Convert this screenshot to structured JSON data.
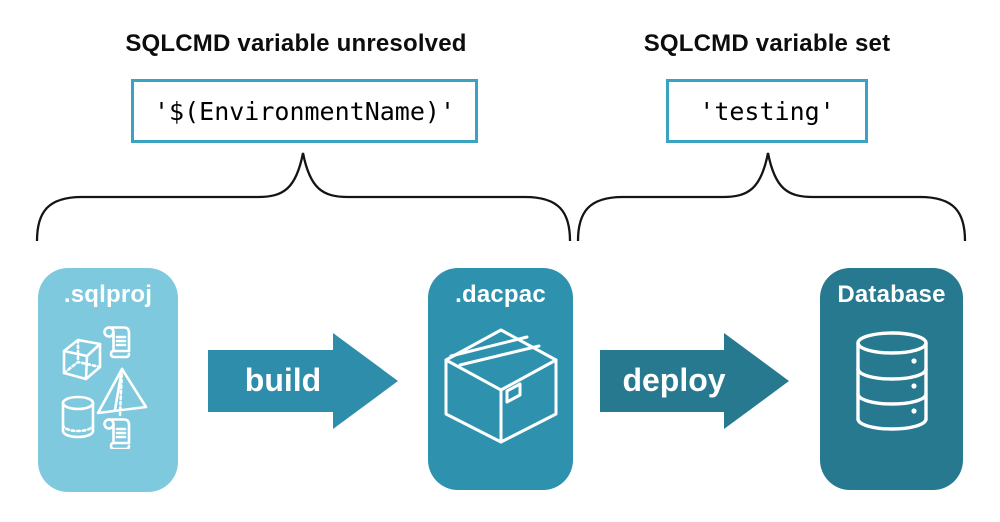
{
  "background": "#ffffff",
  "annotations": {
    "unresolved": {
      "title": "SQLCMD variable unresolved",
      "code": "'$(EnvironmentName)'"
    },
    "set": {
      "title": "SQLCMD variable set",
      "code": "'testing'"
    }
  },
  "code_box": {
    "border_color": "#3ba3c2",
    "text_color": "#000000"
  },
  "brace_color": "#141414",
  "pipeline": {
    "stages": [
      {
        "label": ".sqlproj",
        "icon": "sql-project-objects-icon",
        "fill": "#7ec9dd"
      },
      {
        "label": ".dacpac",
        "icon": "package-box-icon",
        "fill": "#2e92af"
      },
      {
        "label": "Database",
        "icon": "database-cylinder-icon",
        "fill": "#26798f"
      }
    ],
    "arrows": [
      {
        "label": "build",
        "fill": "#2d8dab"
      },
      {
        "label": "deploy",
        "fill": "#26798f"
      }
    ]
  }
}
